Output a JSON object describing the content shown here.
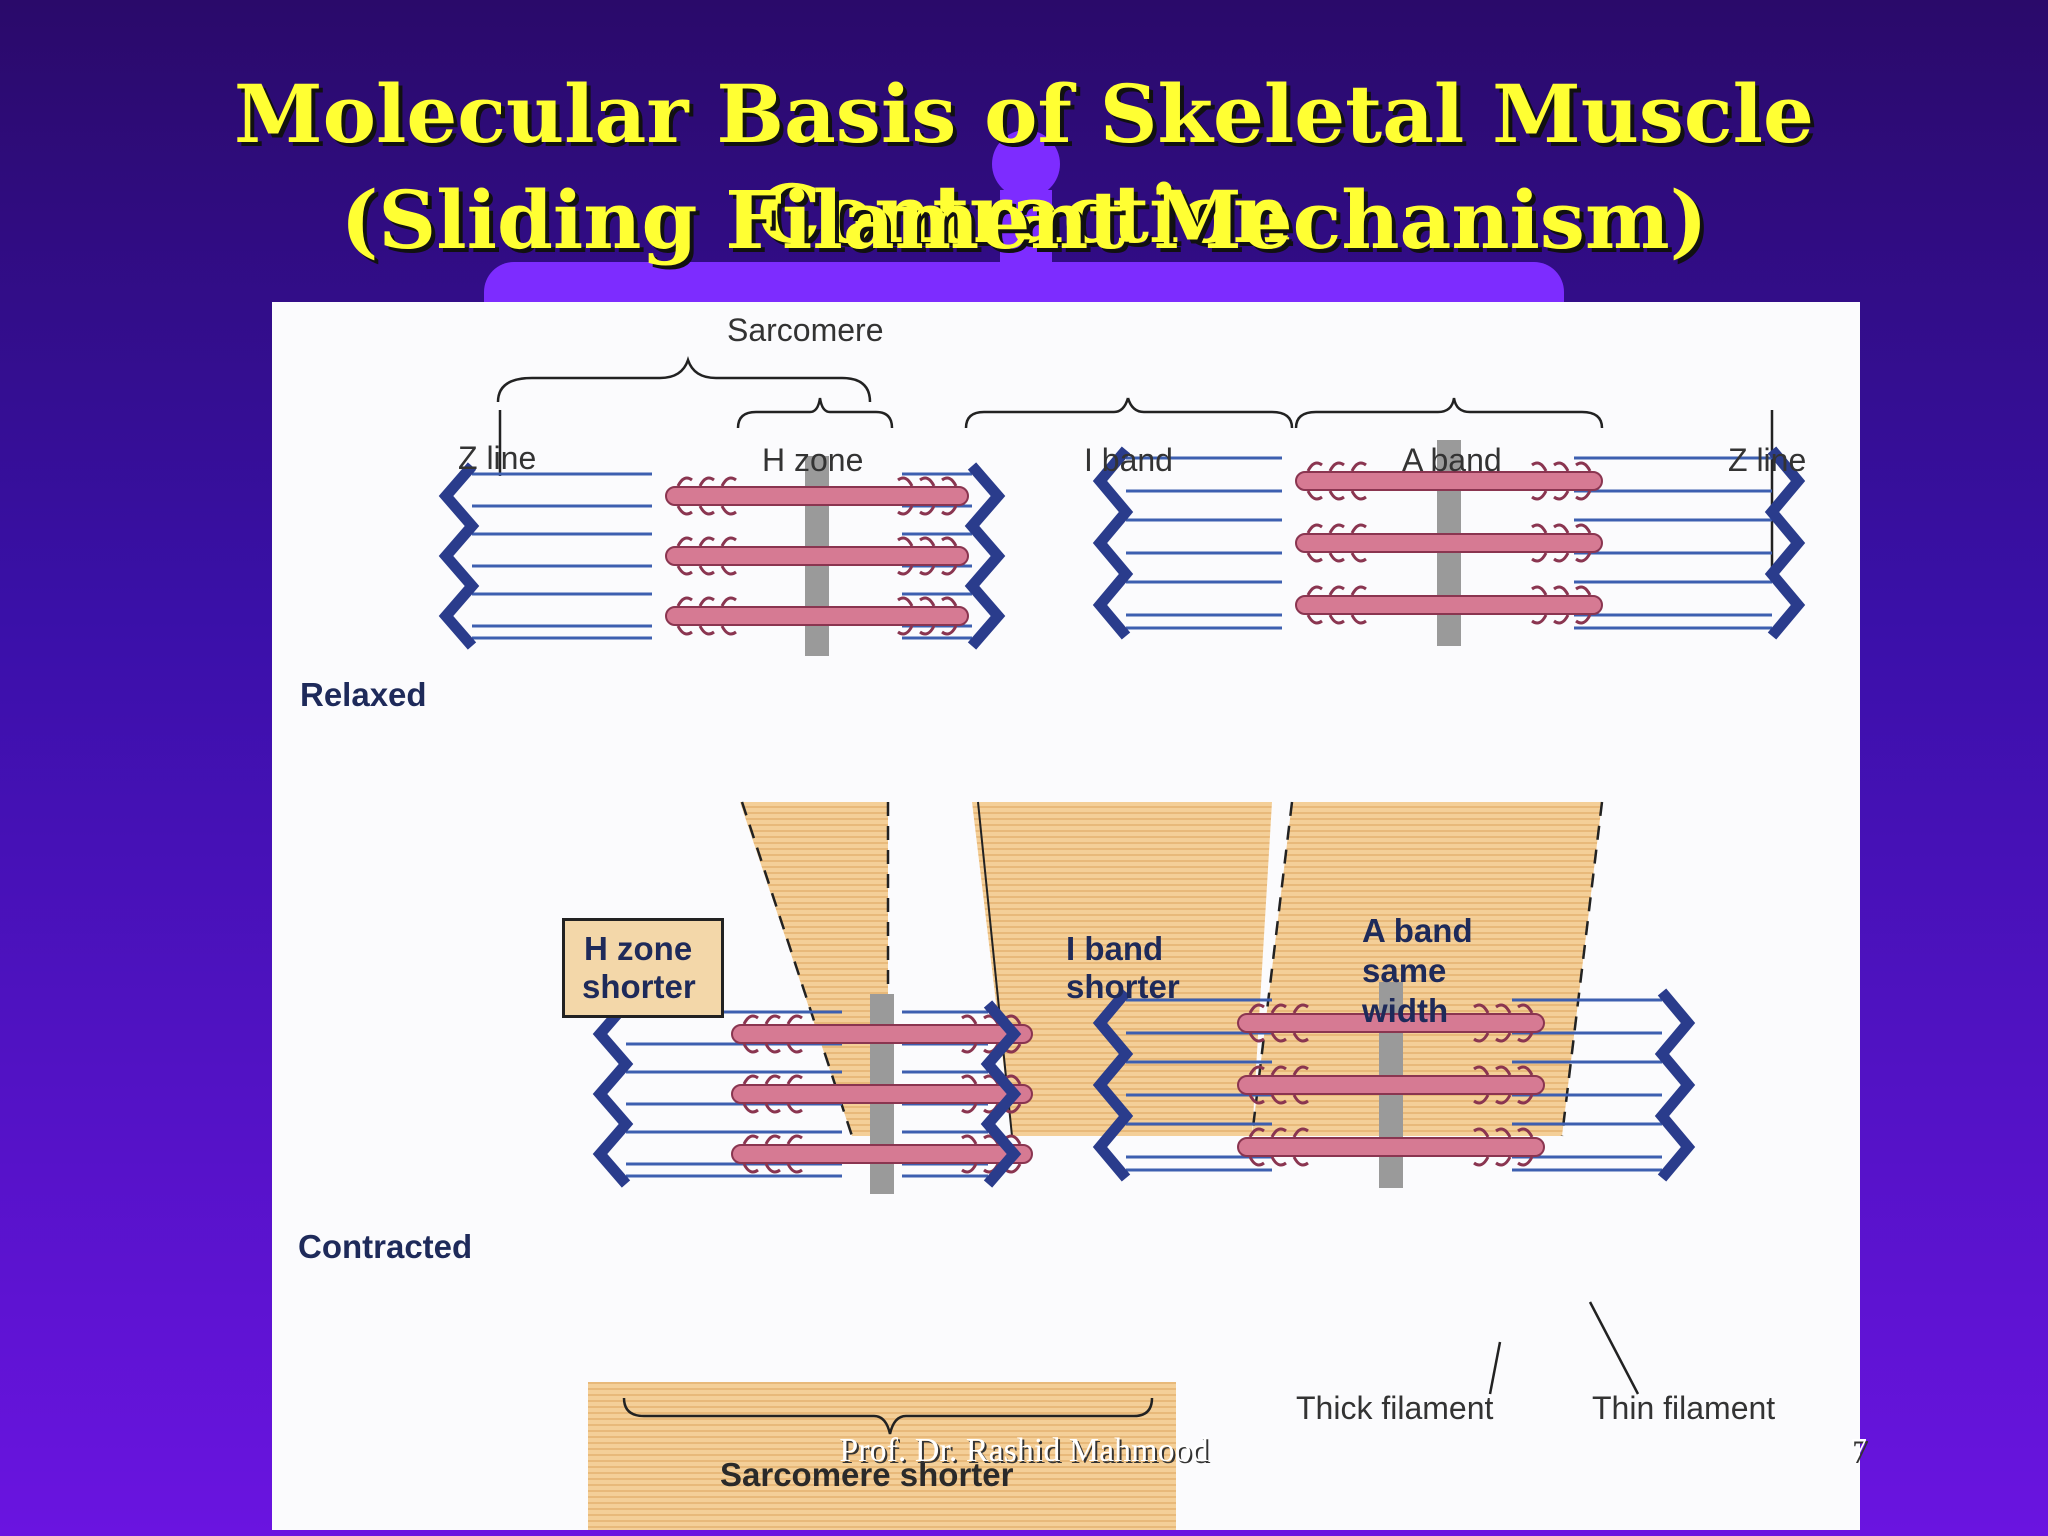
{
  "slide": {
    "title_line1": "Molecular Basis of Skeletal Muscle Contraction",
    "title_line2": "(Sliding Filament Mechanism)",
    "footer": "Prof. Dr. Rashid Mahmood",
    "page_number": "7"
  },
  "diagram": {
    "labels": {
      "sarcomere": "Sarcomere",
      "z_line_left": "Z line",
      "h_zone": "H zone",
      "i_band": "I band",
      "a_band": "A band",
      "z_line_right": "Z line",
      "relaxed": "Relaxed",
      "contracted": "Contracted",
      "h_zone_shorter_1": "H zone",
      "h_zone_shorter_2": "shorter",
      "i_band_shorter_1": "I band",
      "i_band_shorter_2": "shorter",
      "a_band_same_1": "A band",
      "a_band_same_2": "same",
      "a_band_same_3": "width",
      "thick_filament": "Thick filament",
      "thin_filament": "Thin filament",
      "sarcomere_shorter": "Sarcomere shorter"
    },
    "colors": {
      "z_line": "#2a3c8c",
      "thin_filament": "#3d5fb0",
      "thick_filament": "#d67a93",
      "m_line": "#9a9a9a",
      "band_fill": "#f2c98e"
    }
  }
}
